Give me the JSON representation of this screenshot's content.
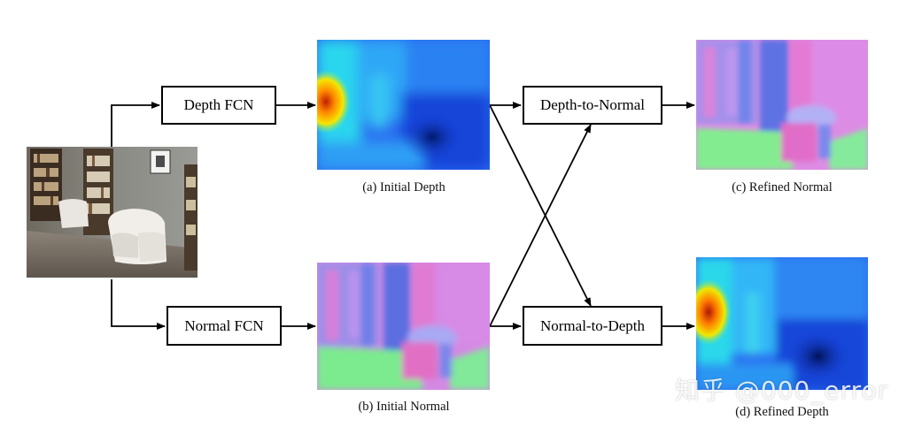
{
  "boxes": {
    "depth_fcn": "Depth FCN",
    "normal_fcn": "Normal FCN",
    "depth_to_normal": "Depth-to-Normal",
    "normal_to_depth": "Normal-to-Depth"
  },
  "captions": {
    "initial_depth": "(a) Initial Depth",
    "initial_normal": "(b) Initial Normal",
    "refined_normal": "(c) Refined Normal",
    "refined_depth": "(d) Refined Depth"
  },
  "watermark": "知乎 @000_error"
}
